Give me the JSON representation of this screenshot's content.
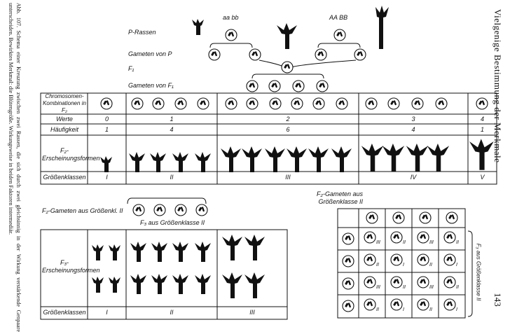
{
  "caption": "Abb. 107. Schema einer Kreuzung zwischen zwei Rassen, die sich durch zwei gleichsinnig in der Wirkung verstärkende Genpaare unterscheiden. Bewirktes Merkmal: die Blütengröße. Wirkungsweise in beiden Faktoren intermediär.",
  "page_header": "Vielgenige Bestimmung der Merkmale",
  "page_number": "143",
  "top": {
    "p_rassen": "P-Rassen",
    "genotype_left": "aa bb",
    "genotype_right": "AA BB",
    "gameten_von_p": "Gameten von P",
    "f1": "F₁",
    "gameten_von_f1": "Gameten von F₁"
  },
  "f2_table": {
    "row_labels": {
      "chromosomes": "Chromosomen-Kombinationen in F₂",
      "werte": "Werte",
      "haeufigkeit": "Häufigkeit",
      "erscheinung": "F₂-Erscheinungsformen",
      "groessen": "Größenklassen"
    },
    "classes": [
      {
        "wert": "0",
        "haeufigkeit": "1",
        "klasse": "I"
      },
      {
        "wert": "1",
        "haeufigkeit": "4",
        "klasse": "II"
      },
      {
        "wert": "2",
        "haeufigkeit": "6",
        "klasse": "III"
      },
      {
        "wert": "3",
        "haeufigkeit": "4",
        "klasse": "IV"
      },
      {
        "wert": "4",
        "haeufigkeit": "1",
        "klasse": "V"
      }
    ]
  },
  "middle": {
    "f2_gameten_aus": "F₂-Gameten aus Größenkl. II",
    "f3_aus": "F₃ aus Größenklasse II",
    "f2_gameten_right": "F₂-Gameten aus Größenklasse II"
  },
  "f3_table": {
    "row_labels": {
      "erscheinung": "F₃-Erscheinungsformen",
      "groessen": "Größenklassen"
    },
    "classes": [
      "I",
      "II",
      "III"
    ]
  },
  "grid": {
    "side_label": "F₃ aus Größenklasse II",
    "cells": [
      [
        "III",
        "II",
        "III",
        "II"
      ],
      [
        "II",
        "I",
        "II",
        "I"
      ],
      [
        "III",
        "II",
        "III",
        "II"
      ],
      [
        "II",
        "I",
        "II",
        "I"
      ]
    ]
  }
}
